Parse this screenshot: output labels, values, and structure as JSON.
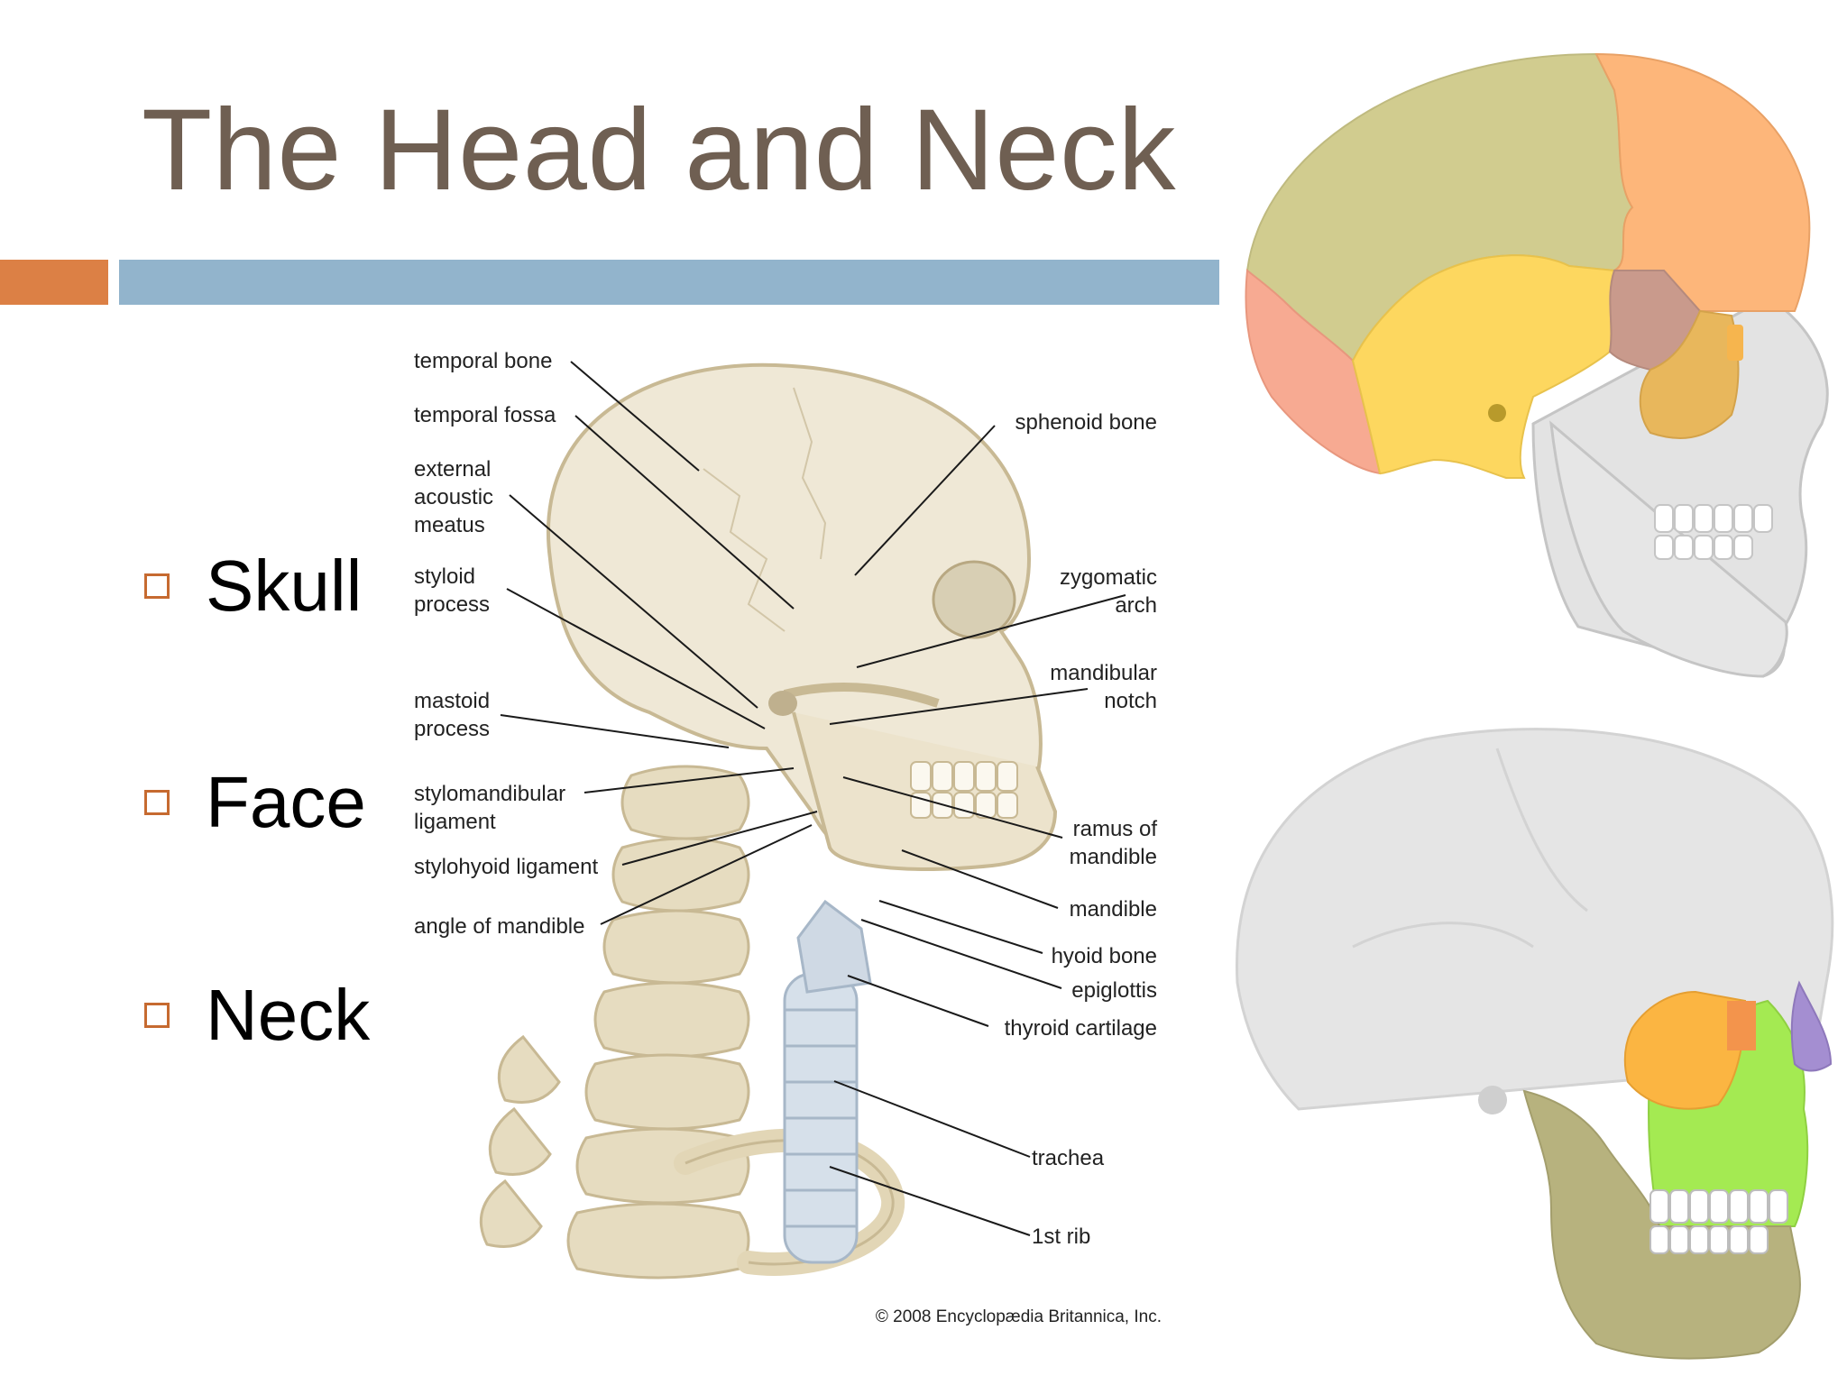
{
  "slide": {
    "title": "The Head and Neck",
    "accent_orange": "#dc8045",
    "accent_blue": "#92b4cc",
    "bullets": [
      "Skull",
      "Face",
      "Neck"
    ]
  },
  "figure": {
    "labels": {
      "temporal_bone": "temporal bone",
      "temporal_fossa": "temporal fossa",
      "external_1": "external",
      "external_2": "acoustic",
      "external_3": "meatus",
      "styloid_1": "styloid",
      "styloid_2": "process",
      "mastoid_1": "mastoid",
      "mastoid_2": "process",
      "stylomandibular_1": "stylomandibular",
      "stylomandibular_2": "ligament",
      "stylohyoid": "stylohyoid ligament",
      "angle": "angle of mandible",
      "sphenoid": "sphenoid bone",
      "zygomatic_1": "zygomatic",
      "zygomatic_2": "arch",
      "mandibular_notch_1": "mandibular",
      "mandibular_notch_2": "notch",
      "ramus_1": "ramus of",
      "ramus_2": "mandible",
      "mandible": "mandible",
      "hyoid": "hyoid bone",
      "epiglottis": "epiglottis",
      "thyroid": "thyroid cartilage",
      "trachea": "trachea",
      "rib": "1st rib"
    },
    "copyright": "© 2008 Encyclopædia Britannica, Inc."
  }
}
